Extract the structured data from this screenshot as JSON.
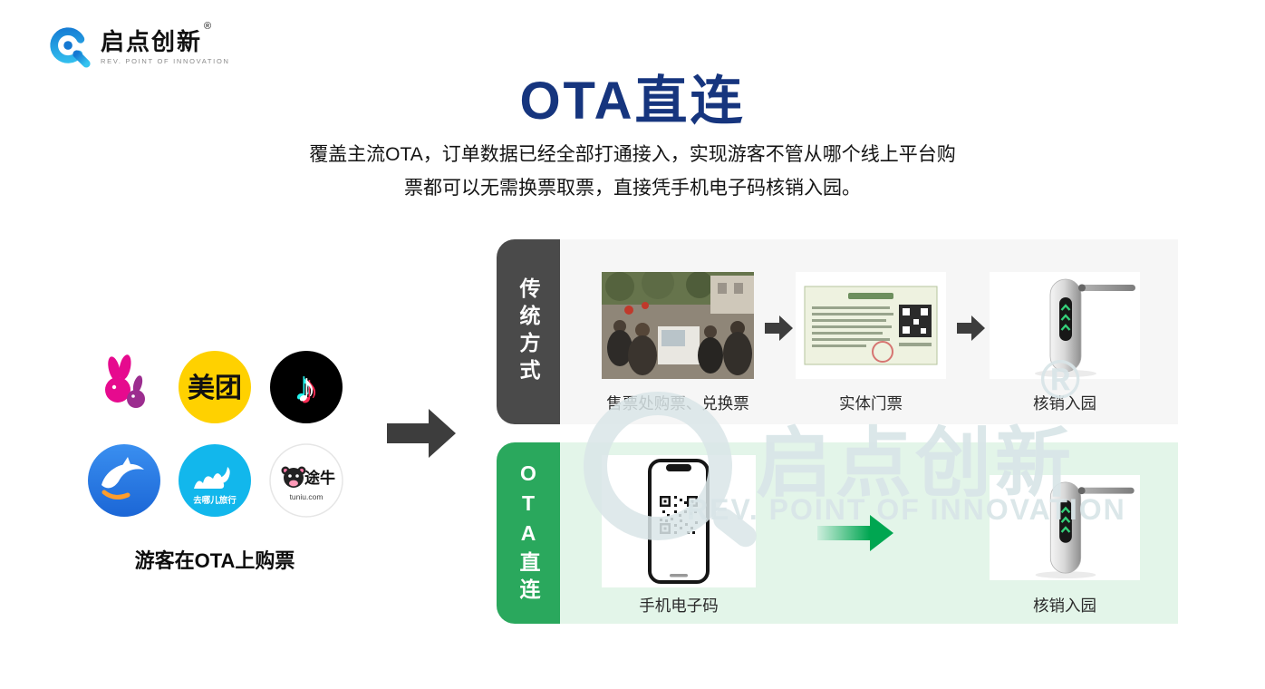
{
  "logo": {
    "name": "启点创新",
    "reg": "®",
    "tagline": "REV. POINT OF INNOVATION"
  },
  "header": {
    "title": "OTA直连",
    "subtitle_line1": "覆盖主流OTA，订单数据已经全部打通接入，实现游客不管从哪个线上平台购",
    "subtitle_line2": "票都可以无需换票取票，直接凭手机电子码核销入园。"
  },
  "ota_apps": {
    "caption": "游客在OTA上购票",
    "meituan_label": "美团",
    "qunar_label": "去哪儿旅行",
    "tuniu_label": "途牛",
    "tuniu_domain": "tuniu.com",
    "apps": [
      "lvmama",
      "meituan",
      "douyin",
      "ctrip",
      "qunar",
      "tuniu"
    ]
  },
  "traditional": {
    "tab": "传统方式",
    "step1_caption": "售票处购票、兑换票",
    "step2_caption": "实体门票",
    "step3_caption": "核销入园"
  },
  "ota_direct": {
    "tab": "OTA直连",
    "step1_caption": "手机电子码",
    "step2_caption": "核销入园"
  },
  "watermark": {
    "text": "启点创新",
    "sub": "REV. POINT OF INNOVATION",
    "reg": "®"
  },
  "colors": {
    "title_blue": "#16357E",
    "traditional_gray": "#4A4A4A",
    "ota_green": "#2AA85D",
    "panel_gray": "#F6F6F6",
    "panel_green": "#E3F5E9",
    "arrow_dark": "#3D3D3D",
    "arrow_green": "#00A651",
    "meituan_yellow": "#FFD100",
    "qunar_cyan": "#12B7EC"
  }
}
